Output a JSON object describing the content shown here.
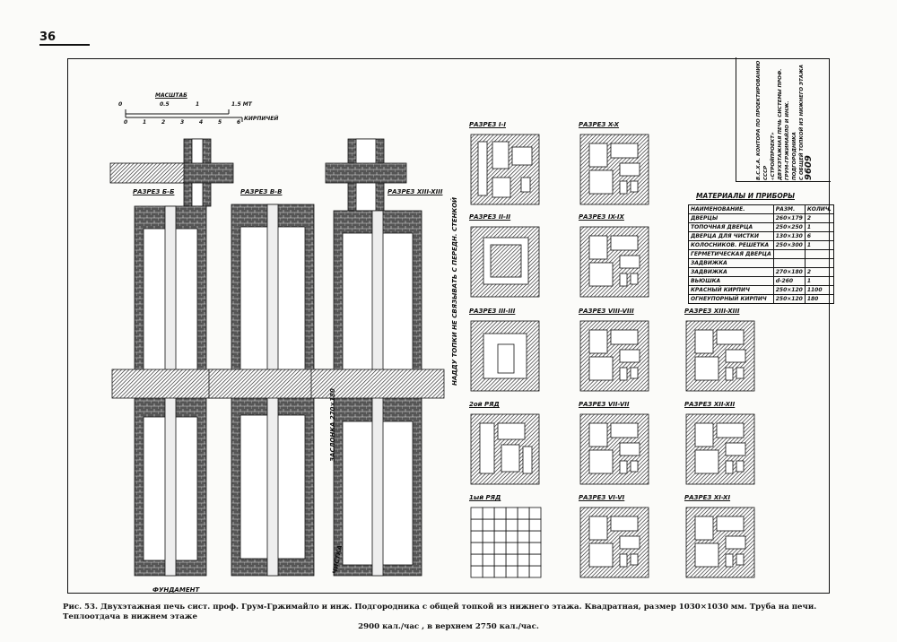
{
  "page_number": "36",
  "scale": {
    "title": "МАСШТАБ",
    "top_ticks": [
      "0",
      "0.5",
      "1"
    ],
    "top_unit": "1.5 МТ",
    "bottom_ticks": [
      "0",
      "1",
      "2",
      "3",
      "4",
      "5",
      "6"
    ],
    "bottom_unit": "КИРПИЧЕЙ"
  },
  "sections": [
    "РАЗРЕЗ Б-Б",
    "РАЗРЕЗ В-В",
    "РАЗРЕЗ XIII-XIII"
  ],
  "section_notes": [
    "ФУНДАМЕНТ",
    "ЧИСТКА",
    "ЗАСЛОНКА 270×180"
  ],
  "plans": [
    [
      "РАЗРЕЗ I-I",
      "РАЗРЕЗ II-II",
      "РАЗРЕЗ III-III",
      "2ой РЯД",
      "1ый РЯД"
    ],
    [
      "РАЗРЕЗ X-X",
      "РАЗРЕЗ IX-IX",
      "РАЗРЕЗ VIII-VIII",
      "РАЗРЕЗ VII-VII",
      "РАЗРЕЗ VI-VI"
    ],
    [
      "РАЗРЕЗ XIII-XIII",
      "РАЗРЕЗ XII-XII",
      "РАЗРЕЗ XI-XI"
    ]
  ],
  "plan_note": "НАДДУ ТОПКИ НЕ СВЯЗЫВАТЬ С ПЕРЕДН. СТЕНКОЙ",
  "materials": {
    "title": "МАТЕРИАЛЫ И ПРИБОРЫ",
    "headers": [
      "НАИМЕНОВАНИЕ.",
      "РАЗМ.",
      "КОЛИЧ."
    ],
    "rows": [
      [
        "ДВЕРЦЫ",
        "260×179",
        "2"
      ],
      [
        "ТОПОЧНАЯ ДВЕРЦА",
        "250×250",
        "1"
      ],
      [
        "ДВЕРЦА ДЛЯ ЧИСТКИ",
        "130×130",
        "6"
      ],
      [
        "КОЛОСНИКОВ. РЕШЕТКА",
        "250×300",
        "1"
      ],
      [
        "ГЕРМЕТИЧЕСКАЯ ДВЕРЦА",
        "",
        ""
      ],
      [
        "ЗАДВИЖКА",
        "",
        ""
      ],
      [
        "ЗАДВИЖКА",
        "270×180",
        "2"
      ],
      [
        "ВЬЮШКА",
        "d-260",
        "1"
      ],
      [
        "КРАСНЫЙ КИРПИЧ",
        "250×120",
        "1100"
      ],
      [
        "ОГНЕУПОРНЫЙ КИРПИЧ",
        "250×120",
        "180"
      ]
    ]
  },
  "title_block": {
    "lines": [
      "В.С.Х.А. КОНТОРА ПО ПРОЕКТИРОВАНИЮ СССР",
      "«СТРОЙПРОЕКТ»",
      "ДВУХЭТАЖНАЯ ПЕЧЬ СИСТЕМЫ ПРОФ. ГРУМ-ГРЖИМАЙЛО И ИНЖ. ПОДГОРОДНИКА",
      "С ОБЩЕЙ ТОПКОЙ ИЗ НИЖНЕГО ЭТАЖА"
    ],
    "number": "9609"
  },
  "caption": {
    "line1": "Рис. 53. Двухэтажная печь сист. проф. Грум-Гржимайло и инж. Подгородника с общей топкой из нижнего этажа. Квадратная, размер 1030×1030 мм. Труба на печи. Теплоотдача в нижнем этаже",
    "line2": "2900 кал./час , в верхнем 2750 кал./час."
  }
}
